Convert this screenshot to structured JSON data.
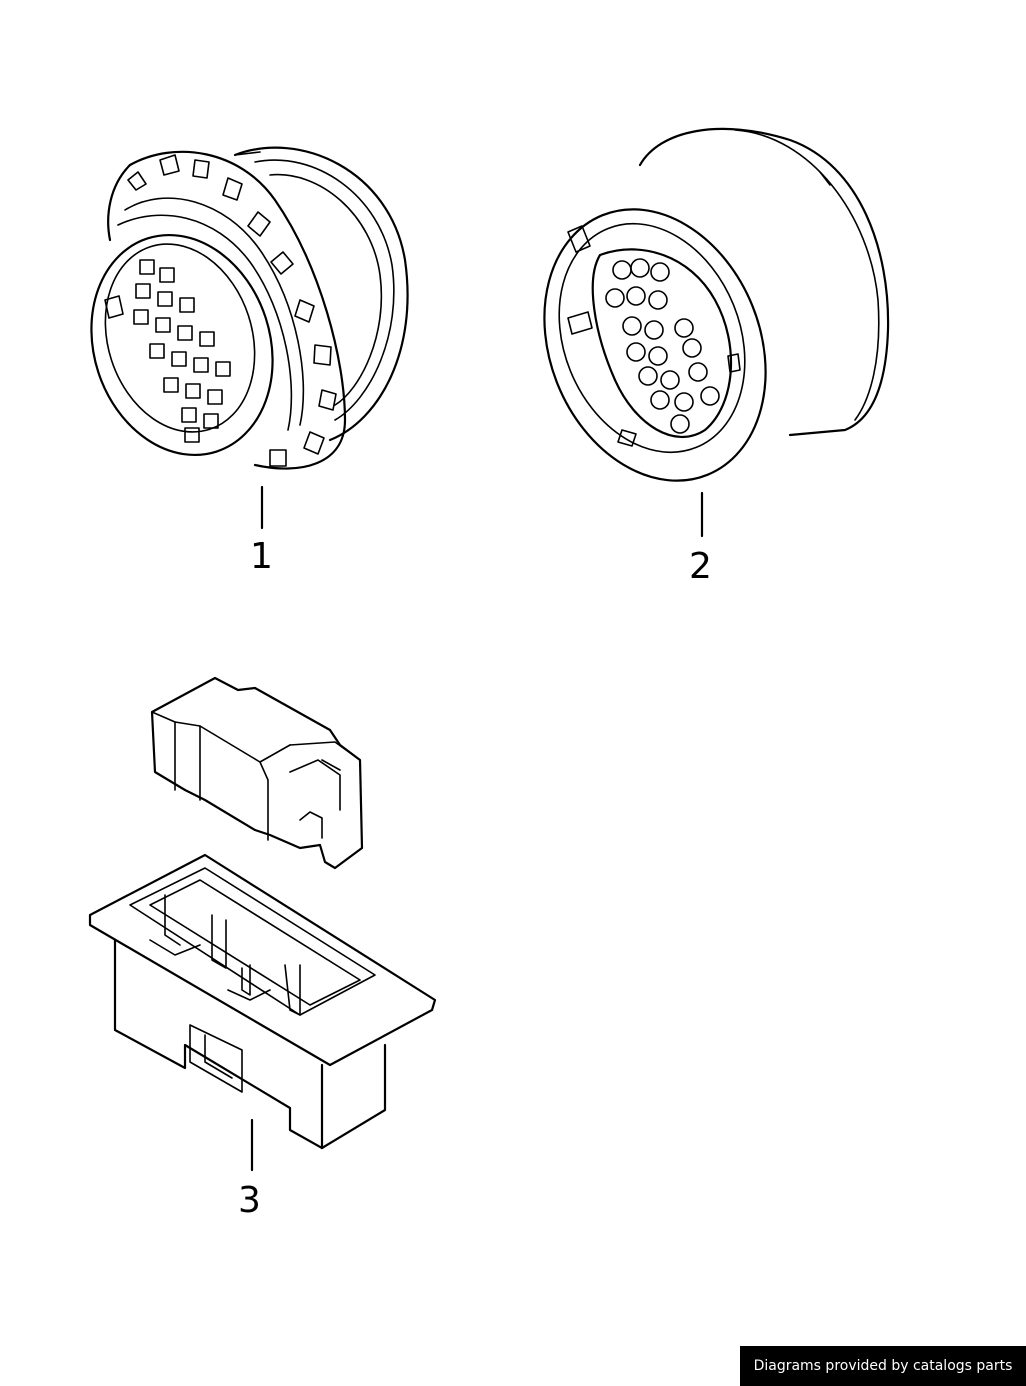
{
  "parts": [
    {
      "id": "connector-housing-round-male",
      "label": "1"
    },
    {
      "id": "connector-housing-round-female",
      "label": "2"
    },
    {
      "id": "connector-housing-rectangular",
      "label": "3"
    }
  ],
  "footer": {
    "credit": "Diagrams provided by catalogs parts"
  },
  "colors": {
    "line": "#000000",
    "background": "#ffffff",
    "banner_bg": "#000000",
    "banner_text": "#ffffff"
  }
}
